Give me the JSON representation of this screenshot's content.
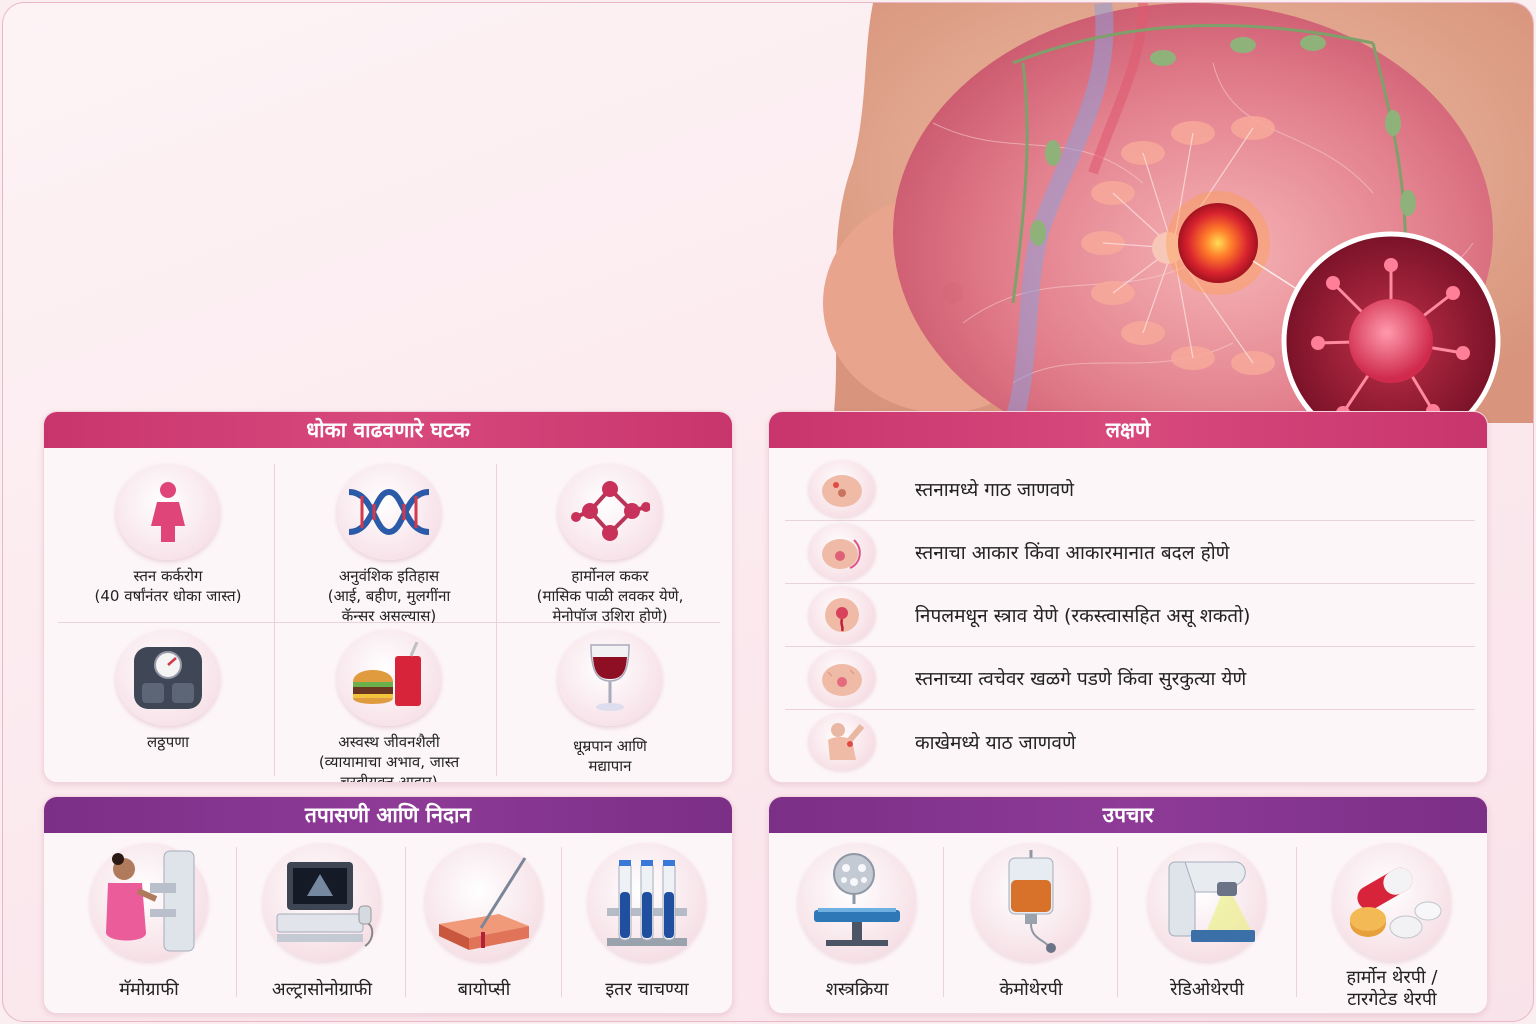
{
  "risk_factors": {
    "title": "धोका वाढवणारे घटक",
    "items": [
      {
        "icon": "woman-icon",
        "line1": "स्तन कर्करोग",
        "line2": "(40 वर्षांनंतर धोका जास्त)",
        "line3": ""
      },
      {
        "icon": "dna-icon",
        "line1": "अनुवंशिक इतिहास",
        "line2": "(आई, बहीण, मुलगींना",
        "line3": "कॅन्सर असल्यास)"
      },
      {
        "icon": "hormone-molecule-icon",
        "line1": "हार्मोनल ककर",
        "line2": "(मासिक पाळी लवकर येणे,",
        "line3": "मेनोपॉज उशिरा होणे)"
      },
      {
        "icon": "weighing-scale-icon",
        "line1": "लठ्ठपणा",
        "line2": "",
        "line3": ""
      },
      {
        "icon": "junk-food-icon",
        "line1": "अस्वस्थ जीवनशैली",
        "line2": "(व्यायामाचा अभाव, जास्त",
        "line3": "चरबीयुक्त आहार)"
      },
      {
        "icon": "wine-glass-icon",
        "line1": "धूम्रपान आणि",
        "line2": "मद्यापान",
        "line3": ""
      }
    ]
  },
  "symptoms": {
    "title": "लक्षणे",
    "items": [
      "स्तनामध्ये गाठ जाणवणे",
      "स्तनाचा आकार किंवा आकारमानात बदल होणे",
      "निपलमधून स्त्राव येणे (रकस्त्वासहित असू शकतो)",
      "स्तनाच्या त्वचेवर खळगे पडणे किंवा सुरकुत्या येणे",
      "काखेमध्ये याठ जाणवणे"
    ]
  },
  "diagnosis": {
    "title": "तपासणी आणि निदान",
    "items": [
      {
        "icon": "mammography-icon",
        "label": "मॅमोग्राफी"
      },
      {
        "icon": "ultrasound-machine-icon",
        "label": "अल्ट्रासोनोग्राफी"
      },
      {
        "icon": "biopsy-needle-icon",
        "label": "बायोप्सी"
      },
      {
        "icon": "test-tubes-icon",
        "label": "इतर चाचण्या"
      }
    ]
  },
  "treatment": {
    "title": "उपचार",
    "items": [
      {
        "icon": "surgery-table-icon",
        "label": "शस्त्रक्रिया",
        "label2": ""
      },
      {
        "icon": "iv-drip-icon",
        "label": "केमोथेरपी",
        "label2": ""
      },
      {
        "icon": "radiotherapy-machine-icon",
        "label": "रेडिओथेरपी",
        "label2": ""
      },
      {
        "icon": "pills-icon",
        "label": "हार्मोन थेरपी /",
        "label2": "टारगेटेड थेरपी"
      }
    ]
  }
}
